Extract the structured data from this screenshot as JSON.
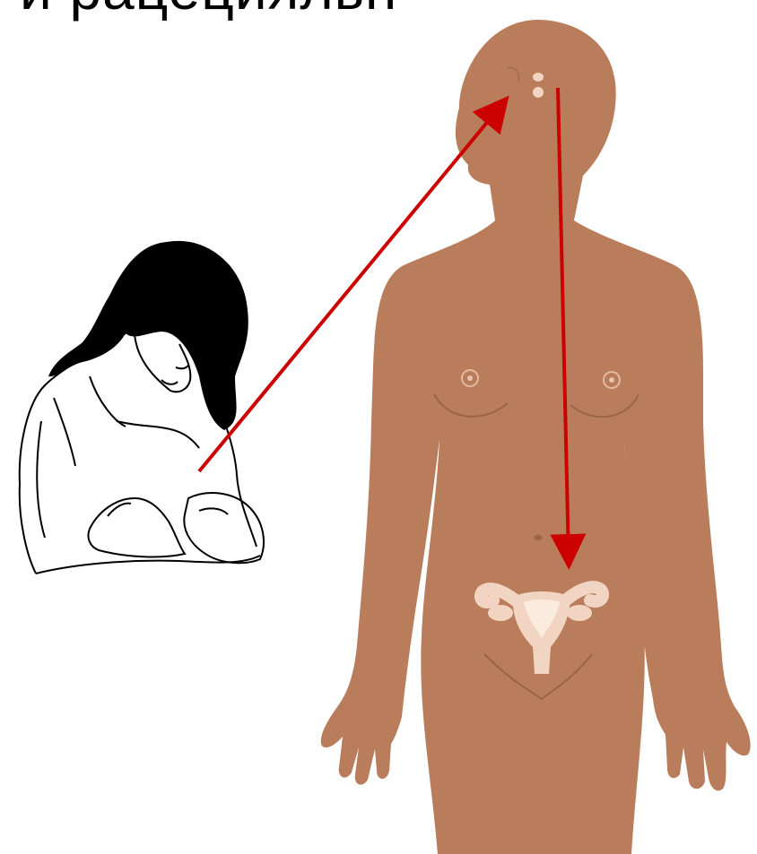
{
  "title": {
    "text": "и рацецияльн"
  },
  "colors": {
    "skin": "#b97d5c",
    "skin_shadow": "#a86f50",
    "organ": "#f1d4c2",
    "organ_light": "#fbebdf",
    "arrow": "#cc0000",
    "ink": "#000000",
    "background": "#ffffff"
  },
  "figures": {
    "mother": "breastfeeding-mother-sketch",
    "body": "female-body-silhouette",
    "organ": "uterus-and-ovaries",
    "gland": "pituitary-gland"
  },
  "arrows": [
    {
      "from": "breastfeeding-nipple",
      "to": "pituitary-gland"
    },
    {
      "from": "pituitary-gland",
      "to": "uterus"
    }
  ]
}
